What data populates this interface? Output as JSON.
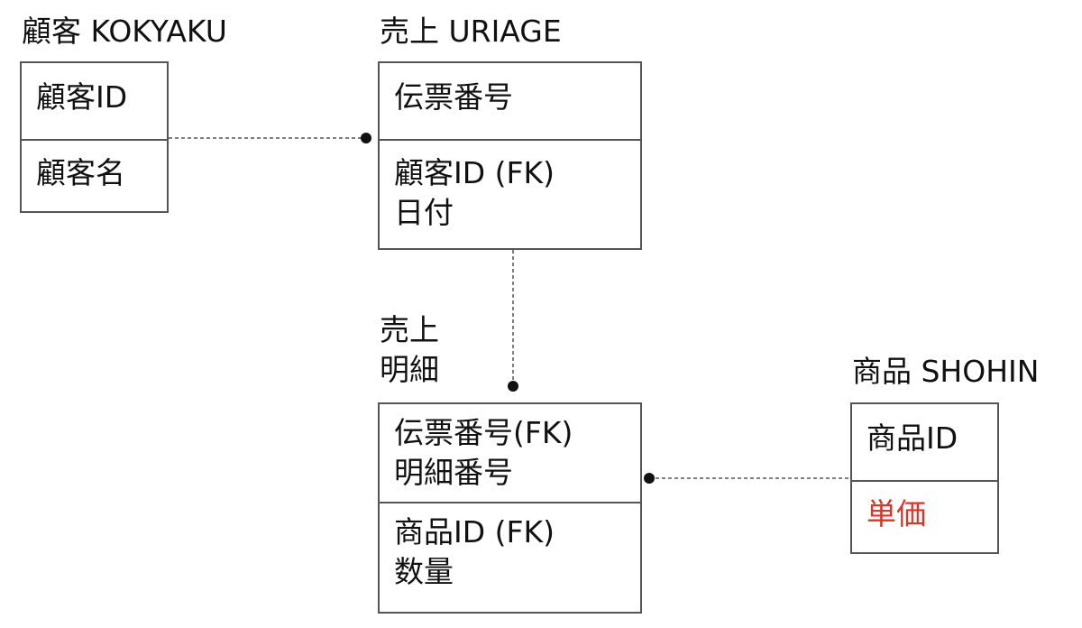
{
  "entities": {
    "kokyaku": {
      "title": "顧客 KOKYAKU",
      "pk": [
        "顧客ID"
      ],
      "attrs": [
        "顧客名"
      ]
    },
    "uriage": {
      "title": "売上 URIAGE",
      "pk": [
        "伝票番号"
      ],
      "attrs": [
        "顧客ID (FK)",
        "日付"
      ]
    },
    "meisai": {
      "title_lines": [
        "売上",
        "明細"
      ],
      "pk": [
        "伝票番号(FK)",
        "明細番号"
      ],
      "attrs": [
        "商品ID (FK)",
        "数量"
      ]
    },
    "shohin": {
      "title": "商品 SHOHIN",
      "pk": [
        "商品ID"
      ],
      "attrs": [
        "単価"
      ]
    }
  },
  "colors": {
    "line": "#555555",
    "text": "#111111",
    "highlight": "#d9362b"
  }
}
